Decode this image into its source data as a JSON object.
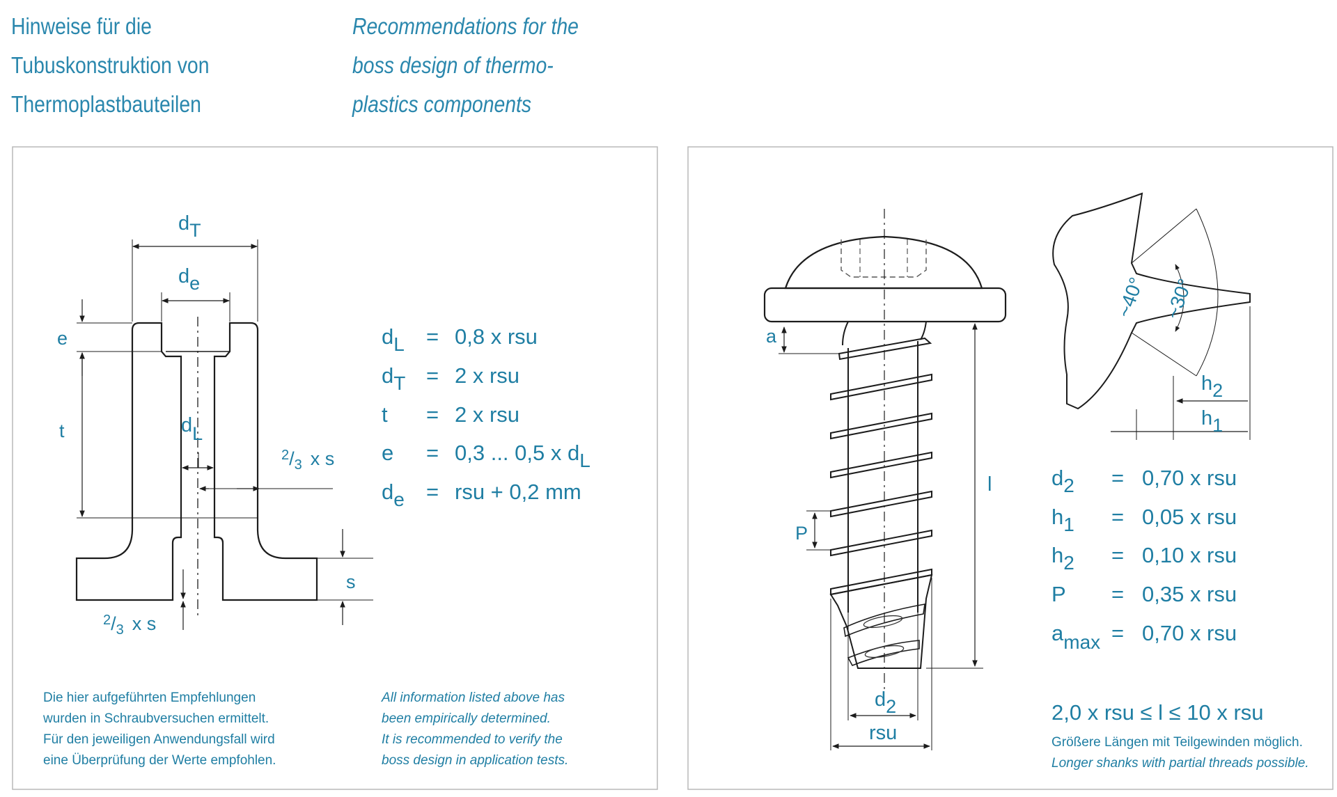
{
  "header": {
    "de": [
      "Hinweise für die",
      "Tubuskonstruktion von",
      "Thermoplastbauteilen"
    ],
    "en": [
      "Recommendations for the",
      "boss design of thermo-",
      "plastics components"
    ]
  },
  "left_panel": {
    "labels": {
      "dT_main": "d",
      "dT_sub": "T",
      "de_main": "d",
      "de_sub": "e",
      "dL_main": "d",
      "dL_sub": "L",
      "e": "e",
      "t": "t",
      "s": "s",
      "two_thirds_s": "x s",
      "frac_num": "2",
      "frac_den": "3"
    },
    "formulas": [
      {
        "sym": "d",
        "sub": "L",
        "eq": "=",
        "expr": "0,8 x rsu"
      },
      {
        "sym": "d",
        "sub": "T",
        "eq": "=",
        "expr": "2 x rsu"
      },
      {
        "sym": "t",
        "sub": "",
        "eq": "=",
        "expr": "2 x rsu"
      },
      {
        "sym": "e",
        "sub": "",
        "eq": "=",
        "expr": "0,3 ... 0,5 x d",
        "expr_sub": "L"
      },
      {
        "sym": "d",
        "sub": "e",
        "eq": "=",
        "expr": "rsu + 0,2 mm"
      }
    ],
    "note_de": [
      "Die hier aufgeführten Empfehlungen",
      "wurden in Schraubversuchen ermittelt.",
      "Für den jeweiligen Anwendungsfall wird",
      "eine Überprüfung der Werte empfohlen."
    ],
    "note_en": [
      "All information listed above has",
      "been empirically determined.",
      "It is recommended to verify the",
      "boss design in application tests."
    ]
  },
  "right_panel": {
    "labels": {
      "a": "a",
      "P": "P",
      "l": "l",
      "d2_main": "d",
      "d2_sub": "2",
      "rsu": "rsu",
      "angle40": "~40°",
      "angle30": "~30°",
      "h2_main": "h",
      "h2_sub": "2",
      "h1_main": "h",
      "h1_sub": "1"
    },
    "formulas": [
      {
        "sym": "d",
        "sub": "2",
        "eq": "=",
        "expr": "0,70 x rsu"
      },
      {
        "sym": "h",
        "sub": "1",
        "eq": "=",
        "expr": "0,05 x rsu"
      },
      {
        "sym": "h",
        "sub": "2",
        "eq": "=",
        "expr": "0,10 x rsu"
      },
      {
        "sym": "P",
        "sub": "",
        "eq": "=",
        "expr": "0,35 x rsu"
      },
      {
        "sym": "a",
        "sub": "max",
        "eq": "=",
        "expr": "0,70 x rsu"
      }
    ],
    "range": "2,0 x rsu ≤ l ≤ 10 x rsu",
    "note_de": "Größere Längen mit Teilgewinden möglich.",
    "note_en": "Longer shanks with partial threads possible."
  }
}
